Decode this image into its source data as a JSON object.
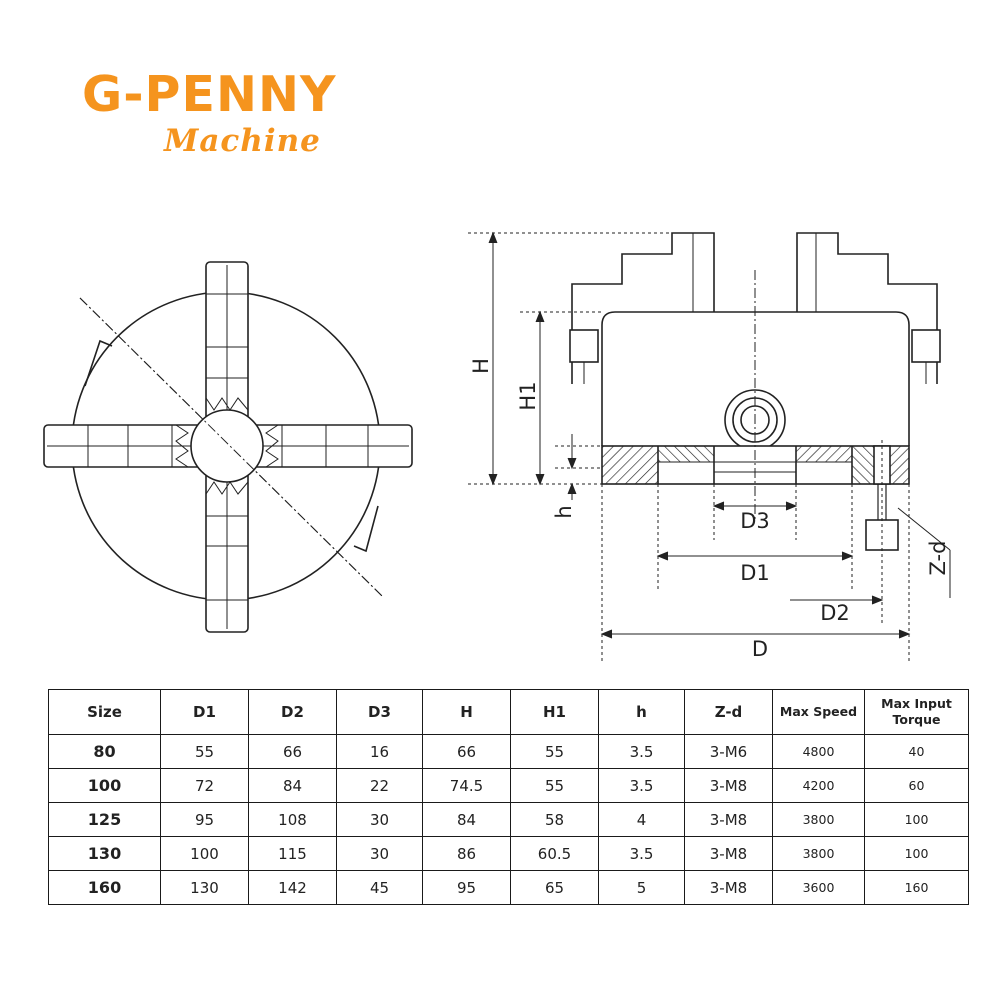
{
  "brand": {
    "name": "G-PENNY",
    "tagline": "Machine",
    "color": "#f5941e"
  },
  "labels": {
    "H": "H",
    "H1": "H1",
    "h": "h",
    "D3": "D3",
    "D1": "D1",
    "D2": "D2",
    "D": "D",
    "Zd": "Z-d"
  },
  "table": {
    "headers": [
      "Size",
      "D1",
      "D2",
      "D3",
      "H",
      "H1",
      "h",
      "Z-d",
      "Max Speed",
      "Max Input Torque"
    ],
    "rows": [
      [
        "80",
        "55",
        "66",
        "16",
        "66",
        "55",
        "3.5",
        "3-M6",
        "4800",
        "40"
      ],
      [
        "100",
        "72",
        "84",
        "22",
        "74.5",
        "55",
        "3.5",
        "3-M8",
        "4200",
        "60"
      ],
      [
        "125",
        "95",
        "108",
        "30",
        "84",
        "58",
        "4",
        "3-M8",
        "3800",
        "100"
      ],
      [
        "130",
        "100",
        "115",
        "30",
        "86",
        "60.5",
        "3.5",
        "3-M8",
        "3800",
        "100"
      ],
      [
        "160",
        "130",
        "142",
        "45",
        "95",
        "65",
        "5",
        "3-M8",
        "3600",
        "160"
      ]
    ]
  }
}
